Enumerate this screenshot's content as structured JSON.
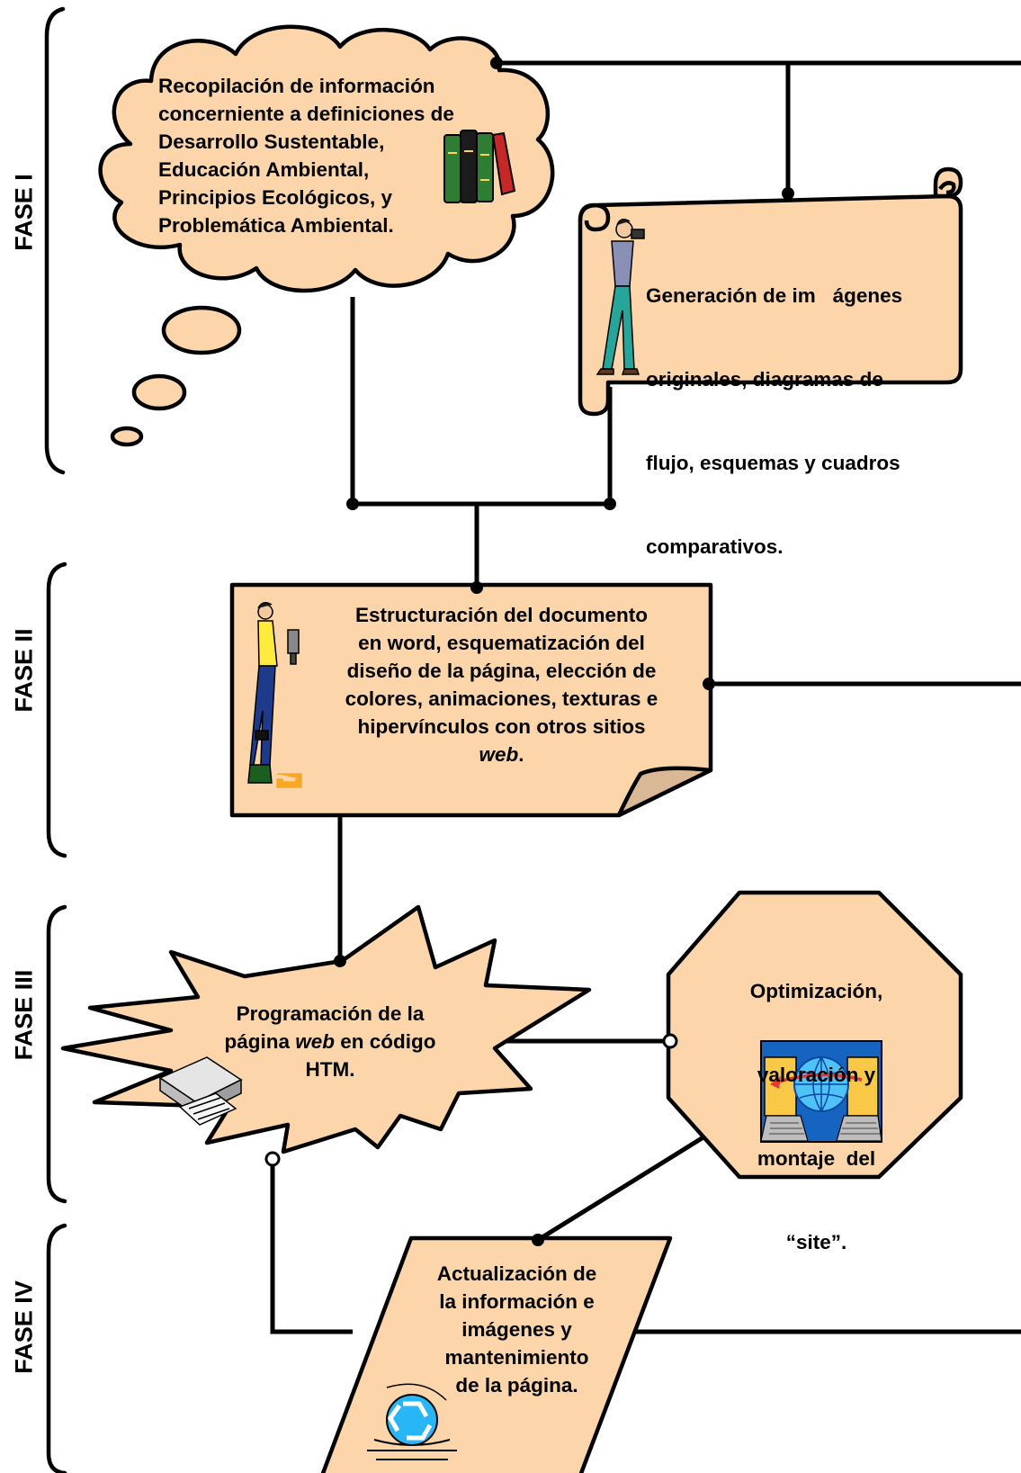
{
  "colors": {
    "fill": "#FCD5AA",
    "stroke": "#000000"
  },
  "phases": [
    {
      "label": "FASE I"
    },
    {
      "label": "FASE II"
    },
    {
      "label": "FASE III"
    },
    {
      "label": "FASE IV"
    }
  ],
  "nodes": {
    "cloud": {
      "lines": [
        "Recopilación de información",
        "concerniente a definiciones de",
        "Desarrollo Sustentable,",
        "Educación Ambiental,",
        "Principios Ecológicos, y",
        "Problemática Ambiental."
      ],
      "icon": "books-icon"
    },
    "scroll": {
      "lines": [
        "Generación de im   ágenes",
        "originales, diagramas de",
        "flujo, esquemas y cuadros",
        "comparativos."
      ],
      "icon": "photographer-icon"
    },
    "note": {
      "lines": [
        "Estructuración del documento",
        "en word, esquematización del",
        "diseño de la página, elección de",
        "colores, animaciones, texturas e",
        "hipervínculos con otros sitios"
      ],
      "last_line_italic": "web",
      "last_line_suffix": ".",
      "icon": "painter-icon"
    },
    "burst": {
      "line1": "Programación de la",
      "line2_a": "página ",
      "line2_italic": "web",
      "line2_b": " en código",
      "line3": "HTM.",
      "icon": "computer-icon"
    },
    "octagon": {
      "lines": [
        "Optimización,",
        "valoración y",
        "montaje  del",
        "“site”."
      ],
      "icon": "network-globe-icon"
    },
    "parallelogram": {
      "lines": [
        "Actualización de",
        "la información e",
        "imágenes y",
        "mantenimiento",
        "de la página."
      ],
      "icon": "recycle-icon"
    }
  }
}
